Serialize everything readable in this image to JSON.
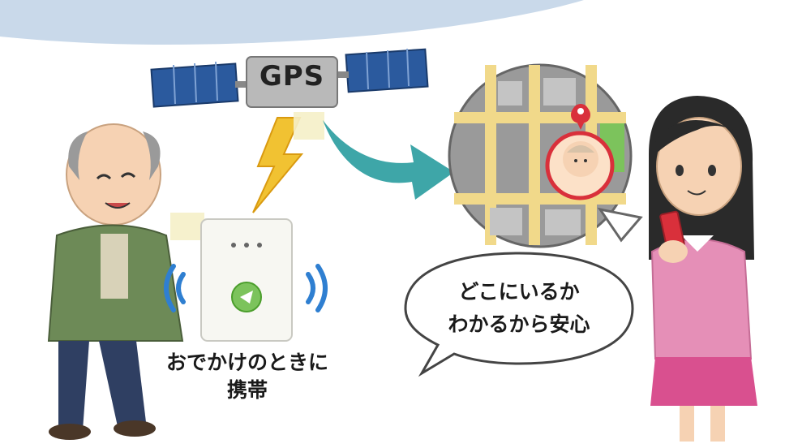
{
  "satellite": {
    "label": "GPS"
  },
  "device_caption": {
    "line1": "おでかけのときに",
    "line2": "携帯"
  },
  "speech_bubble": {
    "line1": "どこにいるか",
    "line2": "わかるから安心"
  },
  "colors": {
    "banner": "#c9d9ea",
    "solar_panel": "#2b5a9e",
    "arrow": "#3ea6a8",
    "map_road": "#f1d98a",
    "map_park": "#7cc35c",
    "pin": "#d9303b",
    "woman_top": "#e58fb7",
    "woman_skirt": "#d9508f",
    "man_jacket": "#6d8a57"
  }
}
